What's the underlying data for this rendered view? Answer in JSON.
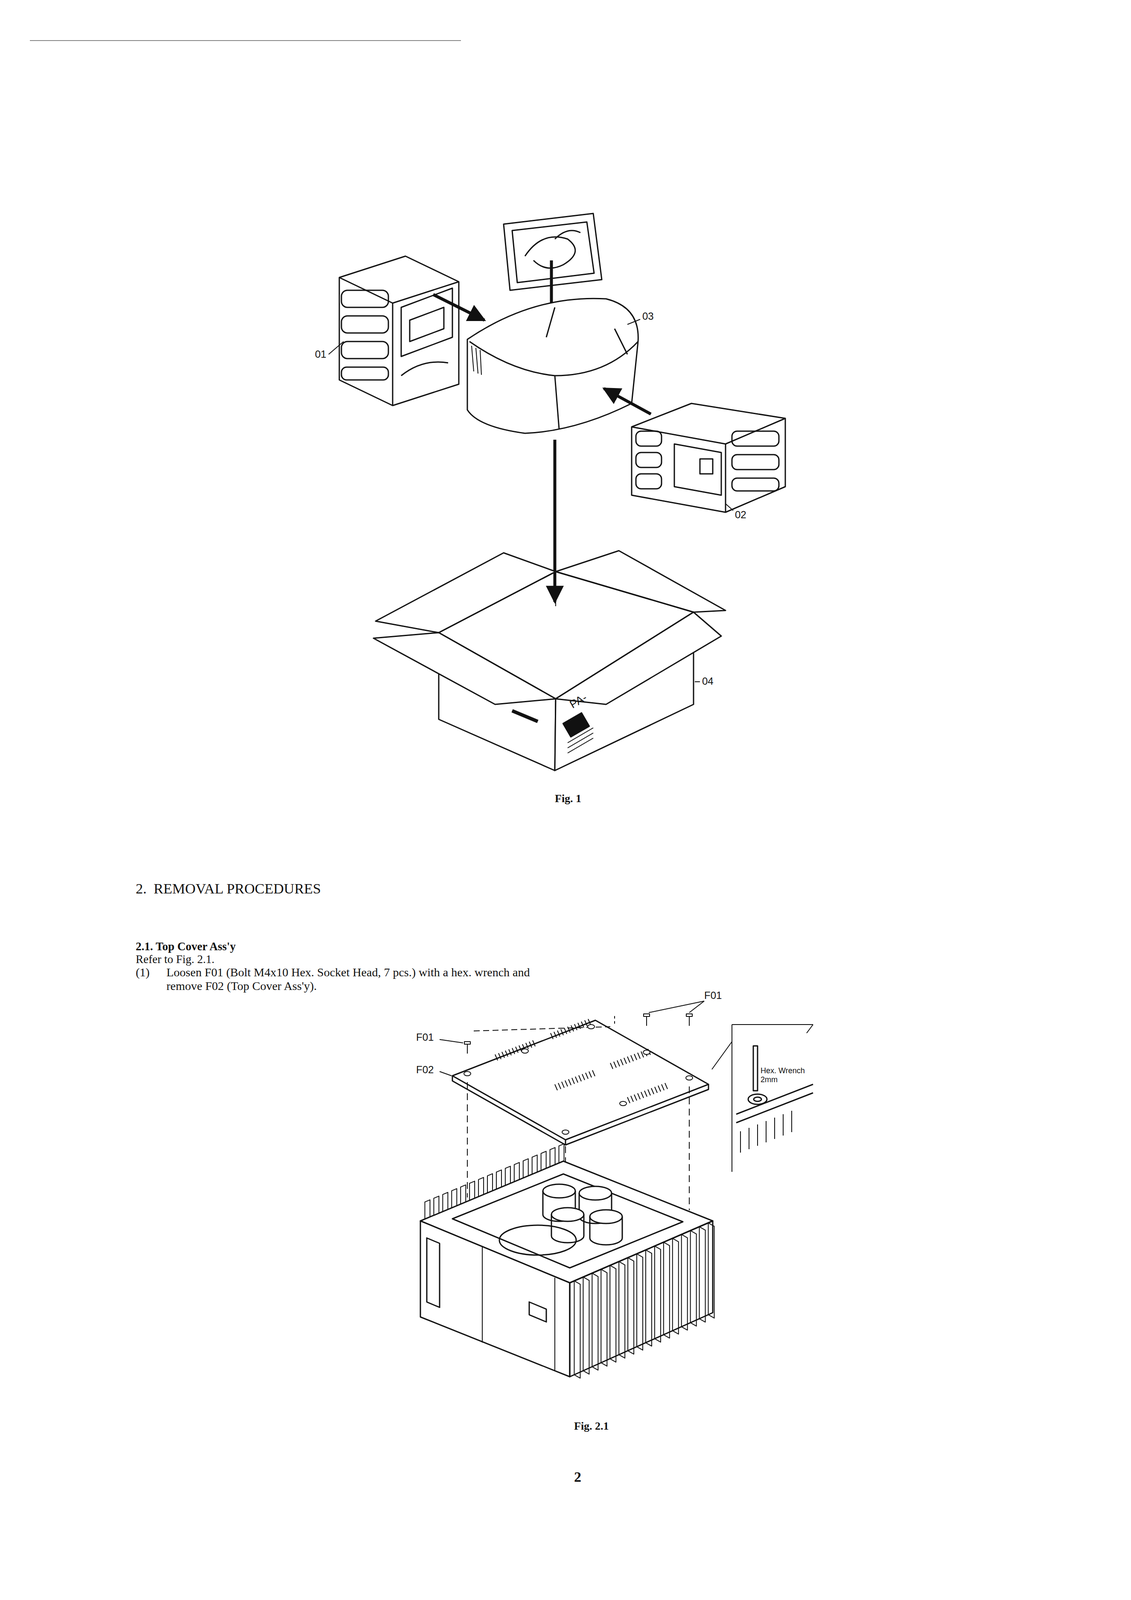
{
  "diagram": {
    "labels": [
      "01",
      "03",
      "02",
      "04",
      "PA-",
      "Fig. 1",
      "2.",
      "REMOVAL PROCEDURES",
      "2.1. Top Cover Ass'y",
      "Refer to Fig. 2.1.",
      "(1)",
      "Loosen F01 (Bolt M4x10 Hex. Socket Head, 7 pcs.) with a hex. wrench and remove F02 (Top Cover Ass'y).",
      "F01",
      "F01",
      "F02",
      "Hex. Wrench 2mm",
      "Fig. 2.1",
      "2"
    ]
  }
}
